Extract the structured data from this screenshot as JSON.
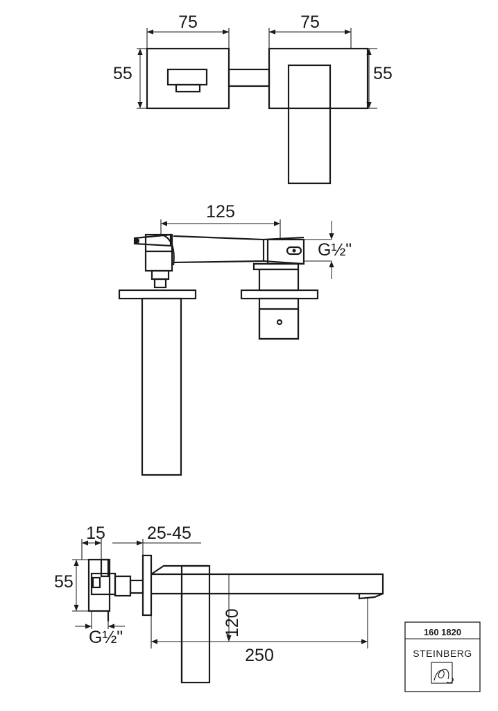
{
  "top_view": {
    "left_width": "75",
    "right_width": "75",
    "left_height": "55",
    "right_height": "55"
  },
  "front_view": {
    "spout_length": "125",
    "thread": "G½\""
  },
  "side_view": {
    "depth": "15",
    "wall_range": "25-45",
    "plate_height": "55",
    "thread": "G½\"",
    "spout_drop": "120",
    "spout_reach": "250"
  },
  "title_block": {
    "code": "160 1820",
    "brand": "STEINBERG"
  }
}
